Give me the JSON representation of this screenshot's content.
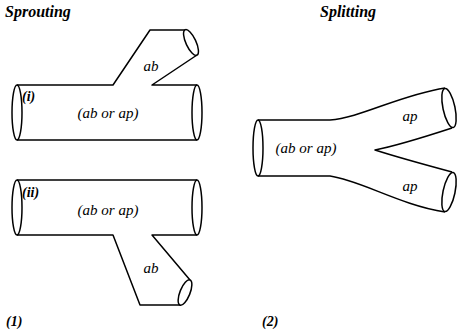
{
  "diagram": {
    "labels": [
      "Sprouting",
      "Splitting",
      "(i)",
      "ab",
      "(ab or ap)",
      "(ii)",
      "(ab or ap)",
      "ab",
      "ap",
      "(ab or ap)",
      "ap",
      "(1)",
      "(2)"
    ]
  }
}
